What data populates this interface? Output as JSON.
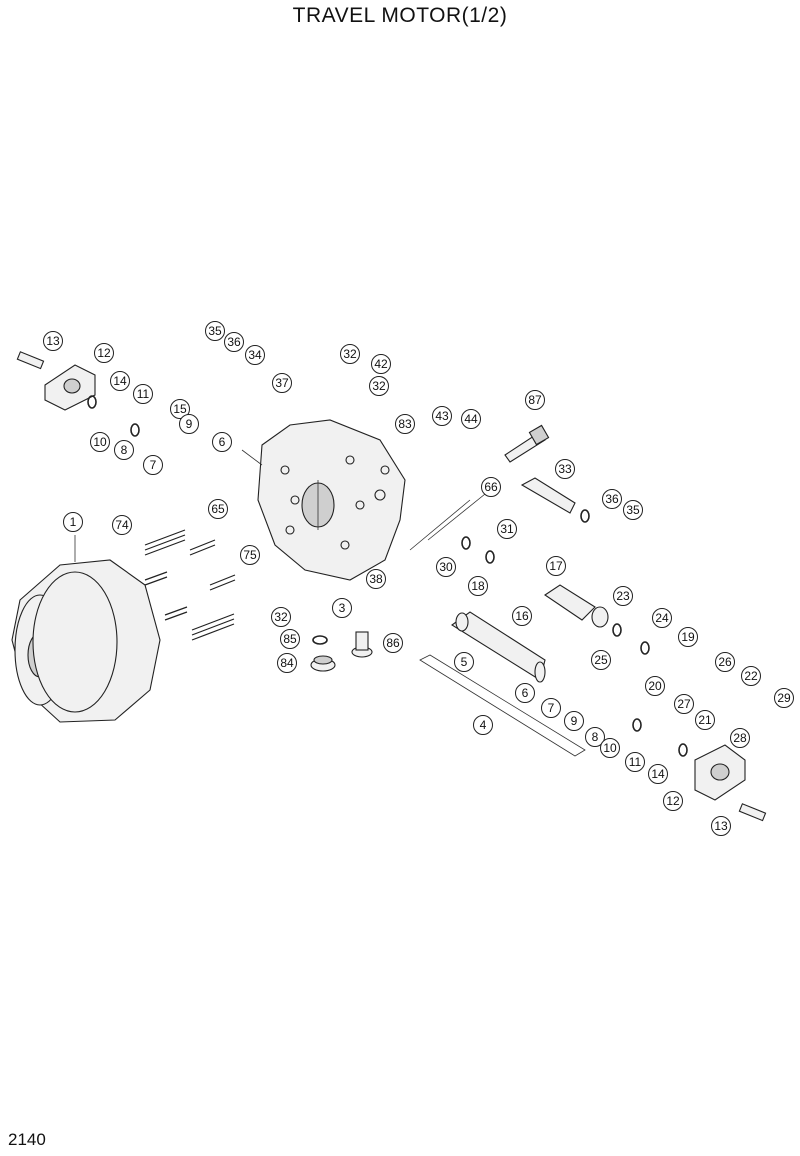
{
  "page": {
    "title": "TRAVEL MOTOR(1/2)",
    "page_number": "2140"
  },
  "callouts": [
    {
      "id": "c13a",
      "label": "13"
    },
    {
      "id": "c12a",
      "label": "12"
    },
    {
      "id": "c14a",
      "label": "14"
    },
    {
      "id": "c11a",
      "label": "11"
    },
    {
      "id": "c15",
      "label": "15"
    },
    {
      "id": "c9a",
      "label": "9"
    },
    {
      "id": "c10a",
      "label": "10"
    },
    {
      "id": "c8a",
      "label": "8"
    },
    {
      "id": "c7a",
      "label": "7"
    },
    {
      "id": "c6a",
      "label": "6"
    },
    {
      "id": "c35a",
      "label": "35"
    },
    {
      "id": "c36a",
      "label": "36"
    },
    {
      "id": "c34",
      "label": "34"
    },
    {
      "id": "c32a",
      "label": "32"
    },
    {
      "id": "c42",
      "label": "42"
    },
    {
      "id": "c37",
      "label": "37"
    },
    {
      "id": "c32b",
      "label": "32"
    },
    {
      "id": "c83",
      "label": "83"
    },
    {
      "id": "c43",
      "label": "43"
    },
    {
      "id": "c44",
      "label": "44"
    },
    {
      "id": "c87",
      "label": "87"
    },
    {
      "id": "c33",
      "label": "33"
    },
    {
      "id": "c66",
      "label": "66"
    },
    {
      "id": "c36b",
      "label": "36"
    },
    {
      "id": "c35b",
      "label": "35"
    },
    {
      "id": "c1",
      "label": "1"
    },
    {
      "id": "c74",
      "label": "74"
    },
    {
      "id": "c65",
      "label": "65"
    },
    {
      "id": "c75",
      "label": "75"
    },
    {
      "id": "c31",
      "label": "31"
    },
    {
      "id": "c30",
      "label": "30"
    },
    {
      "id": "c38",
      "label": "38"
    },
    {
      "id": "c17",
      "label": "17"
    },
    {
      "id": "c18",
      "label": "18"
    },
    {
      "id": "c16",
      "label": "16"
    },
    {
      "id": "c23",
      "label": "23"
    },
    {
      "id": "c3",
      "label": "3"
    },
    {
      "id": "c32c",
      "label": "32"
    },
    {
      "id": "c85",
      "label": "85"
    },
    {
      "id": "c86",
      "label": "86"
    },
    {
      "id": "c84",
      "label": "84"
    },
    {
      "id": "c24",
      "label": "24"
    },
    {
      "id": "c19",
      "label": "19"
    },
    {
      "id": "c25",
      "label": "25"
    },
    {
      "id": "c5",
      "label": "5"
    },
    {
      "id": "c26",
      "label": "26"
    },
    {
      "id": "c20",
      "label": "20"
    },
    {
      "id": "c22",
      "label": "22"
    },
    {
      "id": "c6b",
      "label": "6"
    },
    {
      "id": "c27",
      "label": "27"
    },
    {
      "id": "c29",
      "label": "29"
    },
    {
      "id": "c7b",
      "label": "7"
    },
    {
      "id": "c21",
      "label": "21"
    },
    {
      "id": "c4",
      "label": "4"
    },
    {
      "id": "c9b",
      "label": "9"
    },
    {
      "id": "c28",
      "label": "28"
    },
    {
      "id": "c8b",
      "label": "8"
    },
    {
      "id": "c10b",
      "label": "10"
    },
    {
      "id": "c11b",
      "label": "11"
    },
    {
      "id": "c14b",
      "label": "14"
    },
    {
      "id": "c12b",
      "label": "12"
    },
    {
      "id": "c13b",
      "label": "13"
    }
  ]
}
